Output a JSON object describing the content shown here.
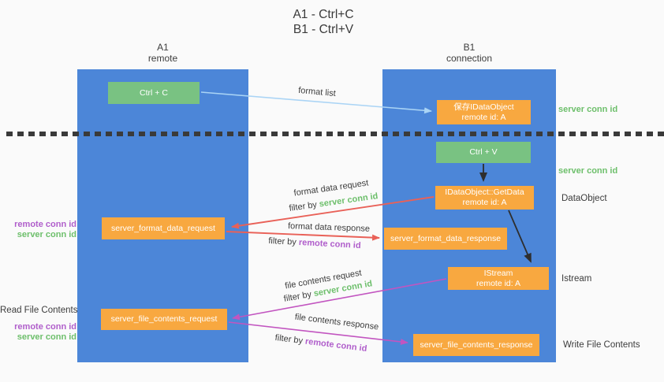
{
  "title": {
    "line1": "A1 - Ctrl+C",
    "line2": "B1 - Ctrl+V"
  },
  "left_column": {
    "header1": "A1",
    "header2": "remote"
  },
  "right_column": {
    "header1": "B1",
    "header2": "connection"
  },
  "boxes": {
    "ctrl_c": {
      "label": "Ctrl + C"
    },
    "ctrl_v": {
      "label": "Ctrl + V"
    },
    "save_idataobject": {
      "line1": "保存IDataObject",
      "line2": "remote id: A"
    },
    "idataobject_getdata": {
      "line1": "IDataObject::GetData",
      "line2": "remote id: A"
    },
    "istream": {
      "line1": "IStream",
      "line2": "remote id: A"
    },
    "server_format_data_request": {
      "label": "server_format_data_request"
    },
    "server_format_data_response": {
      "label": "server_format_data_response"
    },
    "server_file_contents_request": {
      "label": "server_file_contents_request"
    },
    "server_file_contents_response": {
      "label": "server_file_contents_response"
    }
  },
  "right_labels": {
    "server_conn_id_1": "server conn id",
    "server_conn_id_2": "server conn id",
    "dataobject": "DataObject",
    "istream": "Istream",
    "write_file_contents": "Write File Contents"
  },
  "left_labels": {
    "remote_conn_id_1": "remote conn id",
    "server_conn_id_1": "server conn id",
    "read_file_contents": "Read File Contents",
    "remote_conn_id_2": "remote conn id",
    "server_conn_id_2": "server conn id"
  },
  "arrow_labels": {
    "format_list": "format list",
    "format_data_request": "format data request",
    "filter_by_1": "filter by ",
    "filter_server_1": "server conn id",
    "format_data_response": "format data response",
    "filter_by_2": "filter by ",
    "filter_remote_2": "remote conn id",
    "file_contents_request": "file contents request",
    "filter_by_3": "filter by ",
    "filter_server_3": "server conn id",
    "file_contents_response": "file contents response",
    "filter_by_4": "filter by ",
    "filter_remote_4": "remote conn id"
  },
  "colors": {
    "column_blue": "#4c86d8",
    "box_green": "#79c282",
    "box_orange": "#f8a840",
    "arrow_red": "#e96158",
    "arrow_magenta": "#c255c0",
    "arrow_lightblue": "#aad4f5",
    "arrow_black": "#2e2e2e",
    "text_green": "#6dbf6b",
    "text_purple": "#b05ecb",
    "text_dark": "#3c3c3c"
  }
}
